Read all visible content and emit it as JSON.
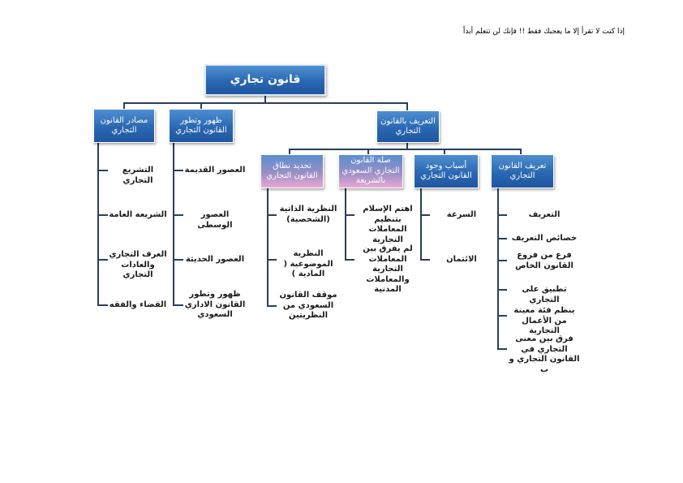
{
  "header_quote": "إذا كنت لا تقرأ إلا ما يعجبك فقط !! فإنك لن تتعلم أبداً",
  "root": "قانون تجاري",
  "sources": {
    "title": "مصادر القانون التجاري",
    "items": [
      "التشريع التجاري",
      "الشريعة العامة",
      "العرف التجاري والعادات التجاري",
      "القضاء والفقه"
    ]
  },
  "evolution": {
    "title": "ظهور وتطور القانون التجاري",
    "items": [
      "العصور القديمة",
      "العصور الوسطى",
      "العصور الحديثة",
      "ظهور وتطور القانون الاداري السعودي"
    ]
  },
  "definition": {
    "title": "التعريف بالقانون التجاري",
    "branches": [
      {
        "title": "تحديد نطاق القانون التجاري",
        "items": [
          "النظرية الذاتية (الشخصية)",
          "النظرية الموضوعية ( المادية )",
          "موقف القانون السعودي من النظريتين"
        ]
      },
      {
        "title": "صلة القانون التجاري السعودي بالشريعة",
        "items": [
          "اهتم الإسلام بتنظيم المعاملات التجارية",
          "لم يفرق بين المعاملات التجارية والمعاملات المدنية"
        ]
      },
      {
        "title": "أسباب وجود القانون التجاري",
        "items": [
          "السرعة",
          "الائتمان"
        ]
      },
      {
        "title": "تعريف القانون التجاري",
        "items": [
          "التعريف",
          "خصائص التعريف",
          "فرع من فروع القانون الخاص",
          "تطبيق على التجاري",
          "ينظم فئة معينة من الأعمال التجارية",
          "فرق بين معنى التجاري في القانون التجاري و ب"
        ]
      }
    ]
  }
}
